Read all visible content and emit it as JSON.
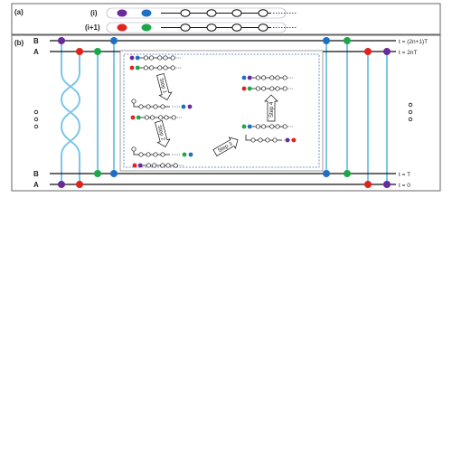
{
  "panel_a": {
    "label": "(a)",
    "row_labels": [
      "(i)",
      "(i+1)"
    ]
  },
  "panel_b": {
    "label": "(b)",
    "track_labels": {
      "B": "B",
      "A": "A"
    },
    "time_labels": {
      "top": "t = (2n+1)T",
      "second": "t = 2nT",
      "third": "t = T",
      "bottom": "t = 0"
    },
    "steps": [
      "Step 1",
      "Step 2",
      "Step 3",
      "Step 4"
    ],
    "ellipsis": "•\n•\n•"
  },
  "colors": {
    "purple": "#6a2a9a",
    "blue": "#1f6fc4",
    "red": "#e0231c",
    "green": "#1ea64a",
    "cyan": "#7cc6e8",
    "frame": "#666666",
    "dashed": "#5b6fb5",
    "line": "#111111"
  }
}
